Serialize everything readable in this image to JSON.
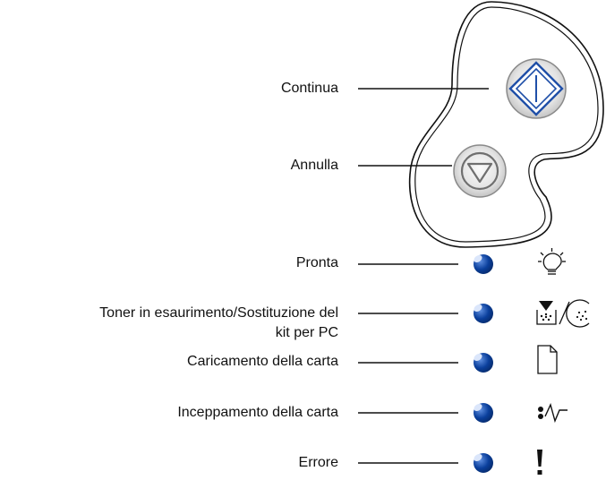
{
  "buttons": {
    "continue": {
      "label": "Continua",
      "icon": "diamond-continue-icon",
      "color": "#1f4fa8"
    },
    "cancel": {
      "label": "Annulla",
      "icon": "triangle-stop-icon",
      "color": "#6f6f6f"
    }
  },
  "lights": [
    {
      "label": "Pronta",
      "icon": "bulb-icon",
      "led_color": "#0a3f9c"
    },
    {
      "label_lines": [
        "Toner in esaurimento/Sostituzione del",
        "kit per PC"
      ],
      "icon": "toner-photoconductor-icon",
      "led_color": "#0a3f9c"
    },
    {
      "label": "Caricamento della carta",
      "icon": "paper-icon",
      "led_color": "#0a3f9c"
    },
    {
      "label": "Inceppamento della carta",
      "icon": "paper-jam-icon",
      "led_color": "#0a3f9c"
    },
    {
      "label": "Errore",
      "icon": "exclamation-icon",
      "led_color": "#0a3f9c"
    }
  ]
}
